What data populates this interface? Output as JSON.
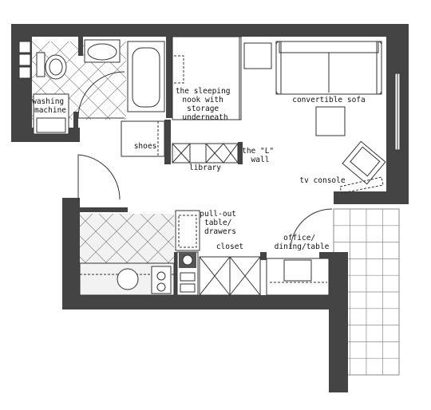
{
  "labels": {
    "washing_machine": [
      "washing",
      "machine"
    ],
    "sleeping_nook": [
      "the sleeping",
      "nook with",
      "storage",
      "underneath"
    ],
    "convertible_sofa": "convertible sofa",
    "shoes": "shoes",
    "library": "library",
    "l_wall": [
      "the \"L\"",
      "wall"
    ],
    "tv_console": "tv console",
    "pullout_table": [
      "pull-out",
      "table/",
      "drawers"
    ],
    "closet": "closet",
    "office_table": [
      "office/",
      "dining/table"
    ]
  },
  "icons": [
    "toilet-icon",
    "sink-icon",
    "bathtub-icon",
    "washing-machine-icon",
    "sofa-icon",
    "armchair-icon",
    "stove-icon",
    "chair-icon"
  ]
}
